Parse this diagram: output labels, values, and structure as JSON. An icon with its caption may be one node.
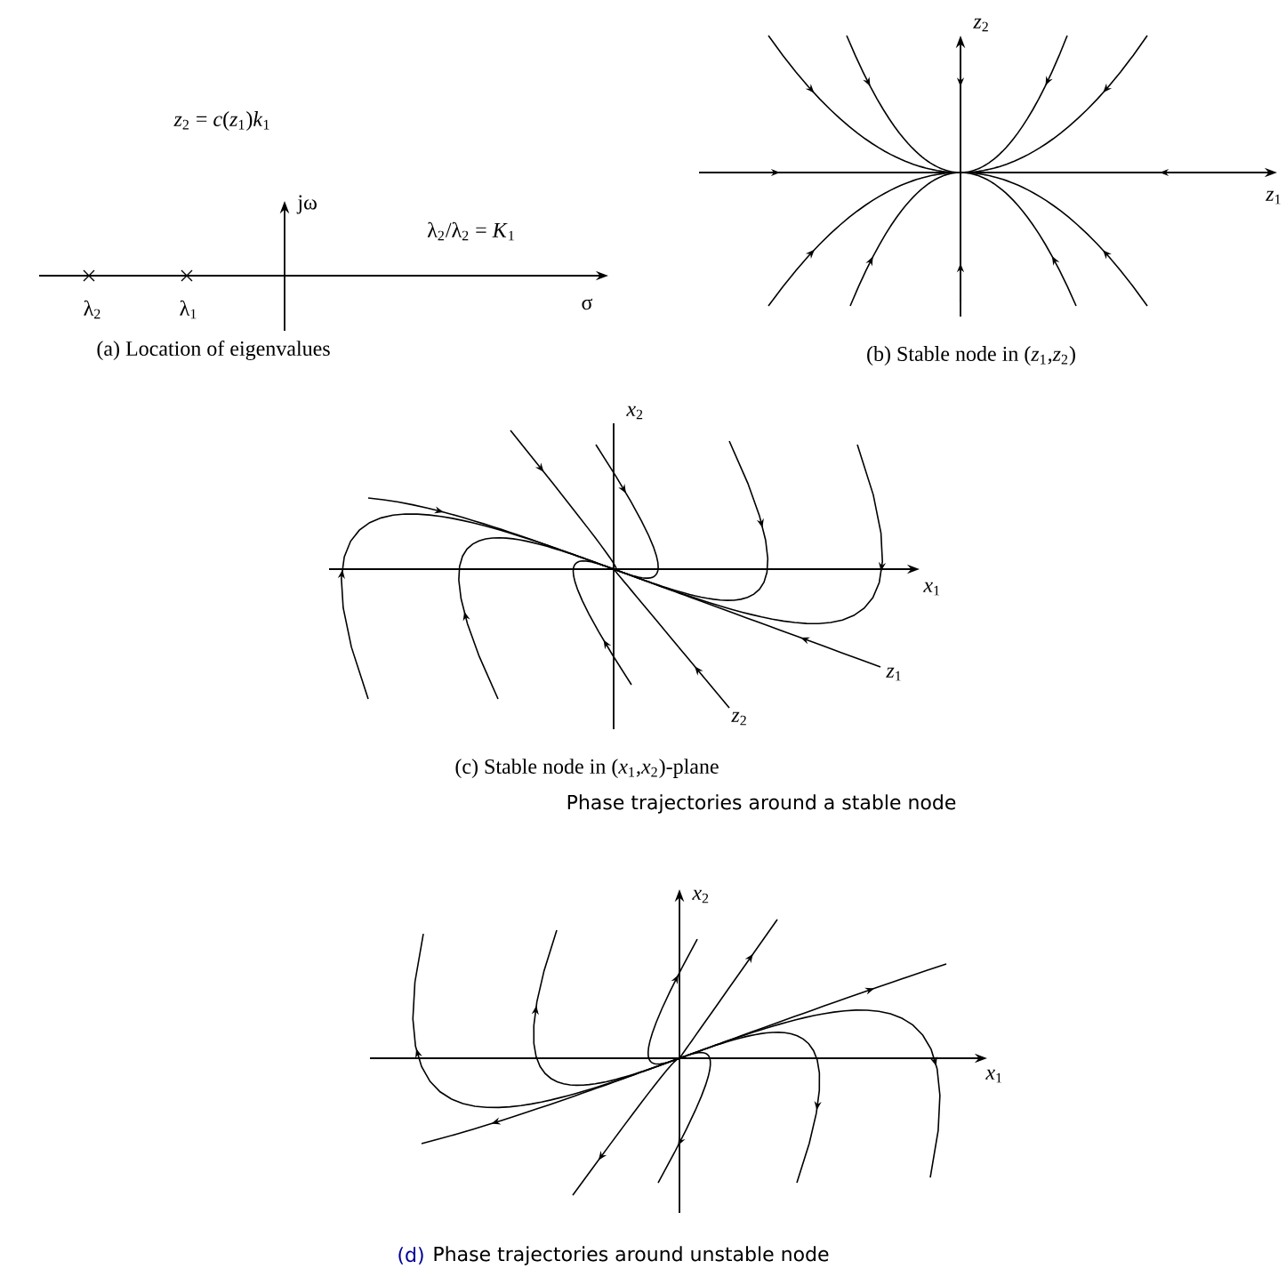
{
  "diagram": {
    "labels": [
      "*z*$_{2}$ = *c*(*z*$_{1}$)*k*$_{1}$",
      "jω",
      "λ$_{2}$/λ$_{2}$ = *K*$_{1}$",
      "λ$_{2}$",
      "λ$_{1}$",
      "σ",
      "(a) Location of eigenvalues",
      "*z*$_{2}$",
      "*z*$_{1}$",
      "(b) Stable node in (*z*$_{1}$,*z*$_{2}$)",
      "*x*$_{2}$",
      "*x*$_{1}$",
      "*z*$_{1}$",
      "*z*$_{2}$",
      "(c) Stable node in (*x*$_{1}$,*x*$_{2}$)-plane",
      "Phase trajectories around a stable node",
      "*x*$_{2}$",
      "*x*$_{1}$",
      "(d)",
      "Phase trajectories around unstable node"
    ]
  }
}
